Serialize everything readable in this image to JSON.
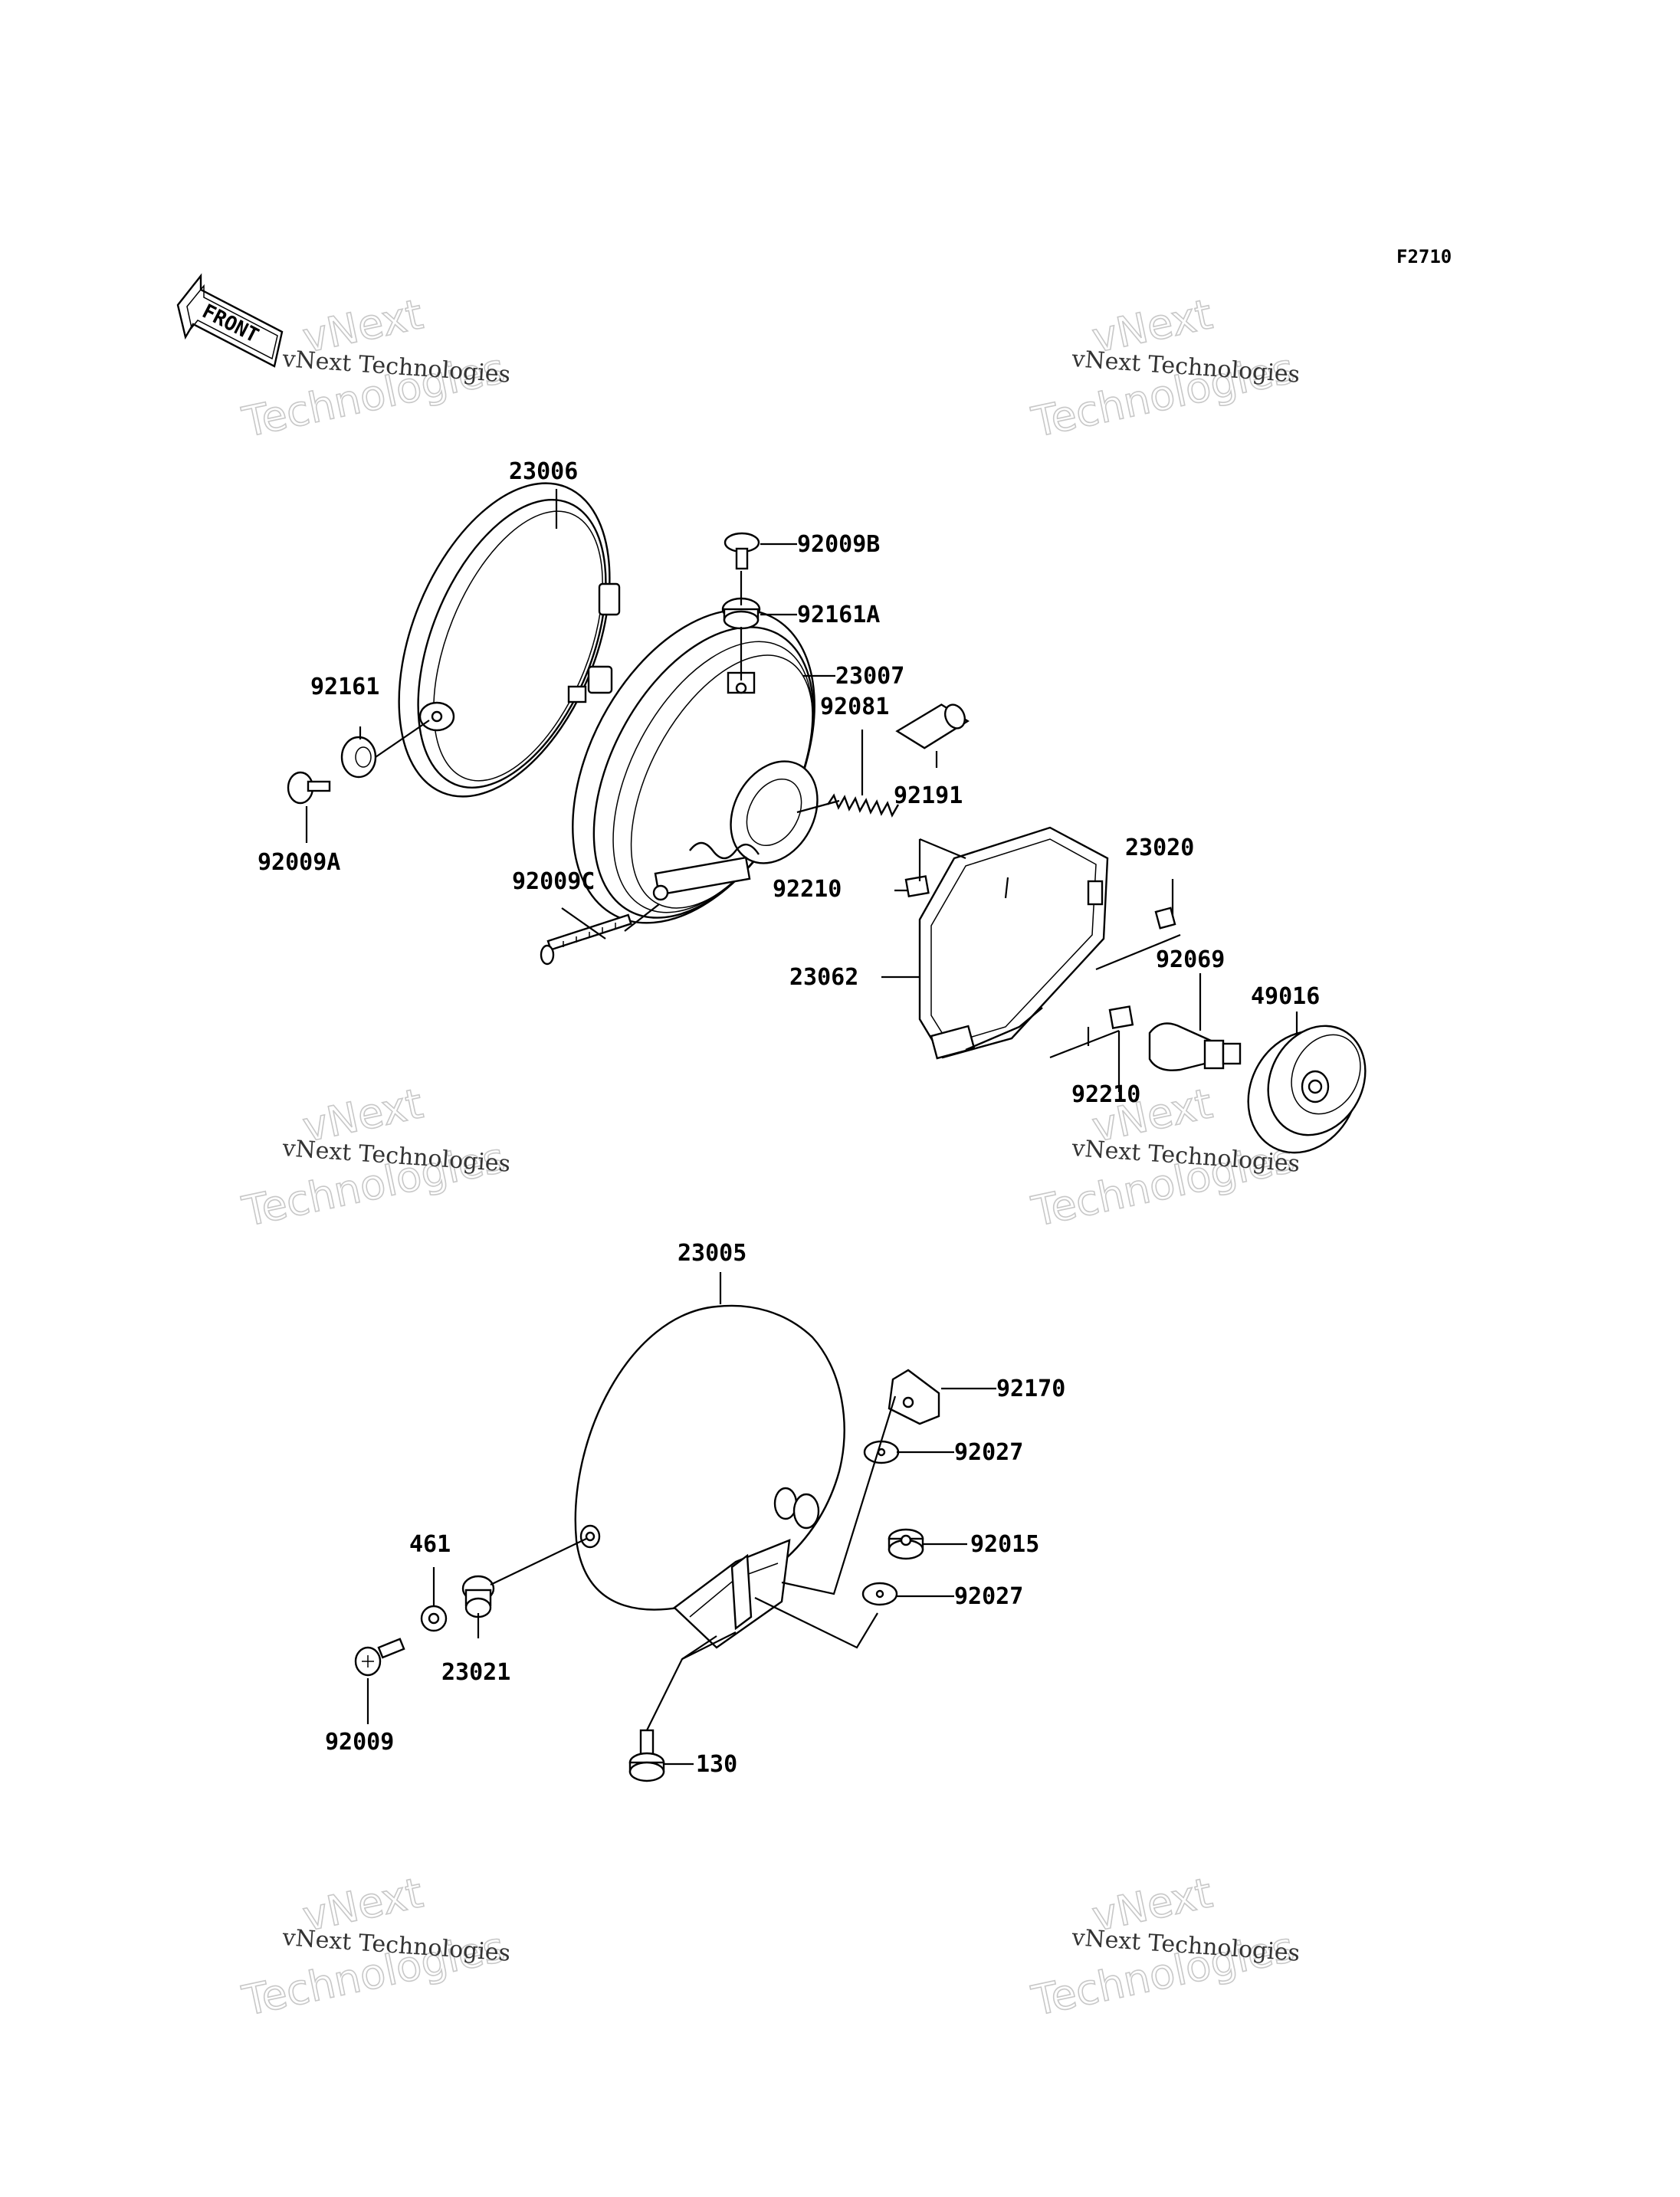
{
  "figure_code": "F2710",
  "front_arrow": {
    "label": "FRONT",
    "icon": "front-arrow-icon"
  },
  "watermark": {
    "small": "vNext Technologies",
    "big_line1": "vNext",
    "big_line2": "Technologies"
  },
  "parts": {
    "p23006": "23006",
    "p92009B": "92009B",
    "p92161A": "92161A",
    "p23007": "23007",
    "p92161": "92161",
    "p92081": "92081",
    "p92191": "92191",
    "p92009A": "92009A",
    "p92009C": "92009C",
    "p92210a": "92210",
    "p23020": "23020",
    "p23062": "23062",
    "p92069": "92069",
    "p49016": "49016",
    "p92210b": "92210",
    "p23005": "23005",
    "p92170": "92170",
    "p92027a": "92027",
    "p461": "461",
    "p92015": "92015",
    "p92027b": "92027",
    "p23021": "23021",
    "p92009": "92009",
    "p130": "130"
  }
}
